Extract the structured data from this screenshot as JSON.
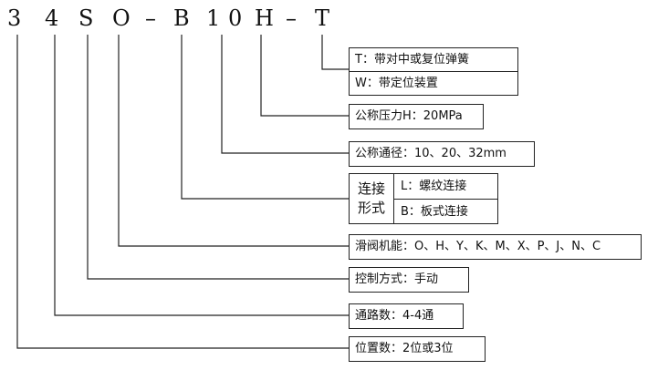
{
  "model_code": {
    "chars": [
      "3",
      "4",
      "S",
      "O",
      "–",
      "B",
      "1",
      "0",
      "H",
      "–",
      "T"
    ]
  },
  "boxes": {
    "spring": {
      "t_option": "T：带对中或复位弹簧",
      "w_option": "W：带定位装置"
    },
    "pressure": "公称压力H：20MPa",
    "diameter": "公称通径：10、20、32mm",
    "connection": {
      "label_line1": "连接",
      "label_line2": "形式",
      "l_option": "L：螺纹连接",
      "b_option": "B：板式连接"
    },
    "spool_function": "滑阀机能：O、H、Y、K、M、X、P、J、N、C",
    "control": "控制方式：手动",
    "ports": "通路数：4-4通",
    "positions": "位置数：2位或3位"
  }
}
